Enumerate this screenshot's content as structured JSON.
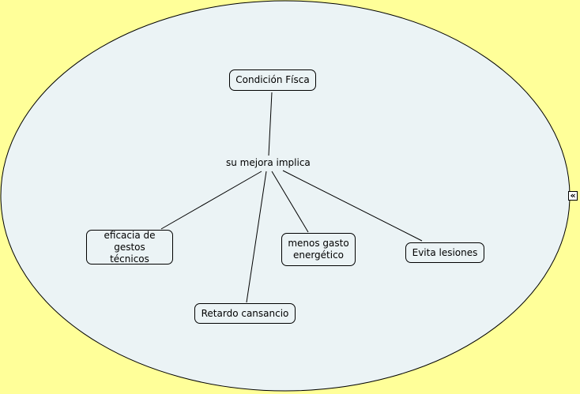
{
  "map": {
    "concepts": {
      "root": "Condición Físca",
      "eficacia": "eficacia de gestos técnicos",
      "retardo": "Retardo cansancio",
      "gasto": "menos gasto energético",
      "lesiones": "Evita lesiones"
    },
    "linking_phrase": "su mejora implica",
    "collapse_icon": "«"
  },
  "colors": {
    "background": "#ffff99",
    "ellipse": "#ebf3f5"
  }
}
